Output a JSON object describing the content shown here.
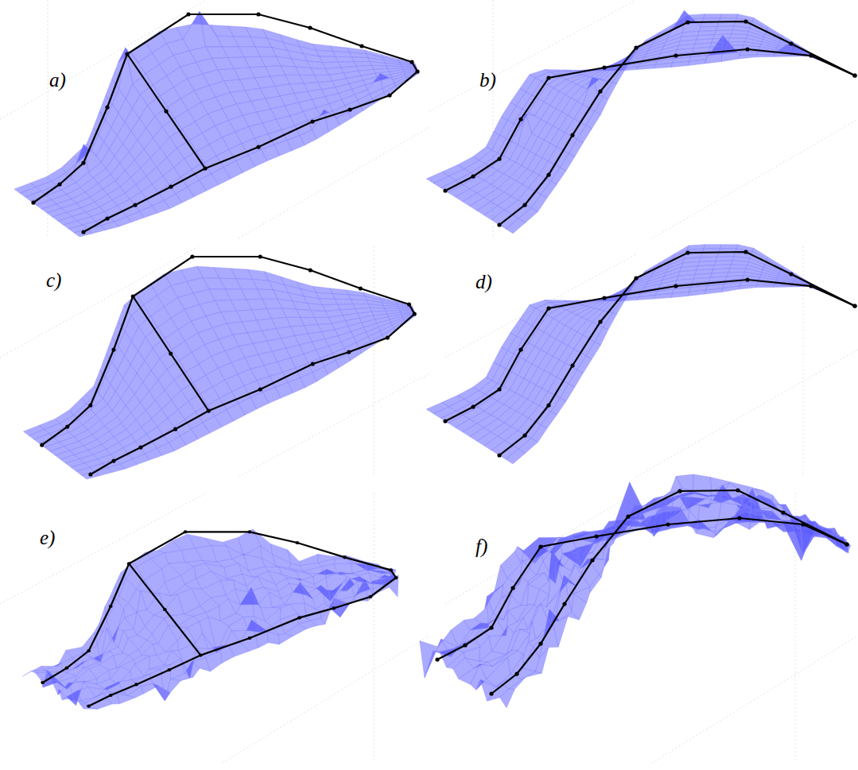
{
  "diagram": {
    "labels": [
      "a)",
      "b)",
      "c)",
      "d)",
      "e)",
      "f)"
    ]
  }
}
